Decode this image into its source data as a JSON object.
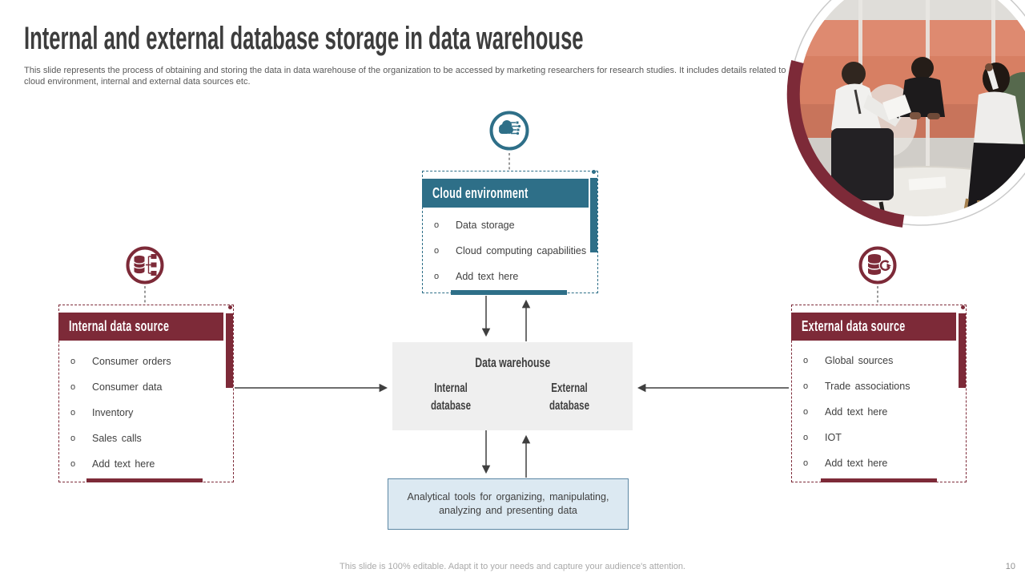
{
  "slide": {
    "title": "Internal and external database storage in data warehouse",
    "description": "This slide represents the process of obtaining and storing the data in data warehouse of the organization to be accessed by marketing researchers for research studies. It includes details related to cloud environment, internal and external data sources etc.",
    "footer_note": "This slide is 100% editable. Adapt it to your needs and capture your audience's attention.",
    "page_number": "10",
    "bullet_marker": "o"
  },
  "colors": {
    "maroon": "#7D2A38",
    "teal": "#2E6F88",
    "text_dark": "#404040",
    "warehouse_bg": "#EFEFEF",
    "analytics_bg": "#DCE9F2",
    "analytics_border": "#5C87A4"
  },
  "cloud_box": {
    "icon": "cloud-circuit-icon",
    "title": "Cloud environment",
    "items": [
      "Data storage",
      "Cloud computing capabilities",
      "Add text here"
    ]
  },
  "internal_box": {
    "icon": "database-network-icon",
    "title": "Internal data source",
    "items": [
      "Consumer orders",
      "Consumer data",
      "Inventory",
      "Sales calls",
      "Add text here"
    ]
  },
  "external_box": {
    "icon": "database-sync-icon",
    "title": "External data source",
    "items": [
      "Global sources",
      "Trade associations",
      "Add text here",
      "IOT",
      "Add text here"
    ]
  },
  "warehouse": {
    "title": "Data warehouse",
    "left_label": "Internal database",
    "right_label": "External database"
  },
  "analytics_box": {
    "text": "Analytical tools for organizing, manipulating, analyzing and presenting data"
  }
}
